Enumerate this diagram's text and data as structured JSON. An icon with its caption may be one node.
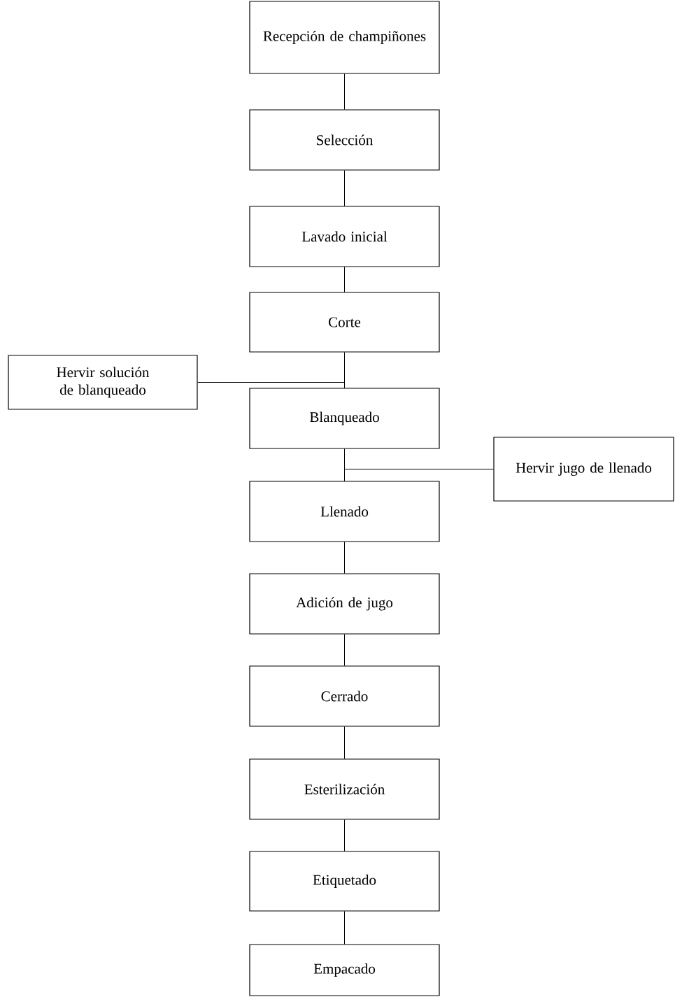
{
  "diagram": {
    "nodes": [
      {
        "text": [
          "Recepción de champiñones"
        ]
      },
      {
        "text": [
          "Selección"
        ]
      },
      {
        "text": [
          "Lavado inicial"
        ]
      },
      {
        "text": [
          "Corte"
        ]
      },
      {
        "text": [
          "Hervir solución de blanqueado"
        ]
      },
      {
        "text": [
          "Blanqueado"
        ]
      },
      {
        "text": [
          "Hervir jugo de llenado"
        ]
      },
      {
        "text": [
          "Llenado"
        ]
      },
      {
        "text": [
          "Adición de jugo"
        ]
      },
      {
        "text": [
          "Cerrado"
        ]
      },
      {
        "text": [
          "Esterilización"
        ]
      },
      {
        "text": [
          "Etiquetado"
        ]
      },
      {
        "text": [
          "Empacado"
        ]
      }
    ],
    "edges": [
      {
        "from": 0,
        "to": 1,
        "arrow": "none"
      },
      {
        "from": 1,
        "to": 2,
        "arrow": "none"
      },
      {
        "from": 2,
        "to": 3,
        "arrow": "none"
      },
      {
        "from": 3,
        "to": 5,
        "arrow": "none"
      },
      {
        "from": 4,
        "to": 5,
        "arrow": "none"
      },
      {
        "from": 5,
        "to": 7,
        "arrow": "none"
      },
      {
        "from": 6,
        "to": 7,
        "arrow": "none"
      },
      {
        "from": 7,
        "to": 8,
        "arrow": "none"
      },
      {
        "from": 8,
        "to": 9,
        "arrow": "none"
      },
      {
        "from": 9,
        "to": 10,
        "arrow": "none"
      },
      {
        "from": 10,
        "to": 11,
        "arrow": "none"
      },
      {
        "from": 11,
        "to": 12,
        "arrow": "none"
      }
    ]
  }
}
